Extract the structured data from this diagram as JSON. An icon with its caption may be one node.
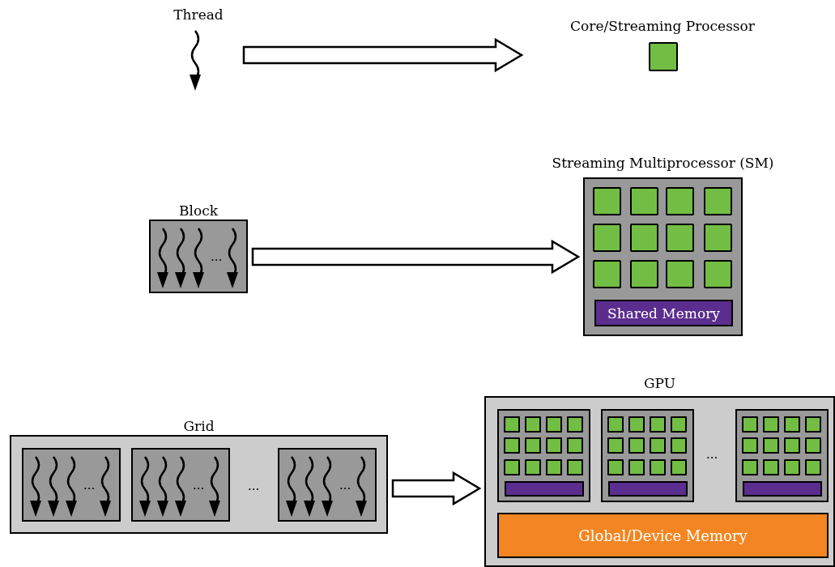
{
  "diagram": {
    "nodes": [
      {
        "text": [
          "Thread"
        ]
      },
      {
        "text": [
          "Core/Streaming Processor"
        ]
      },
      {
        "text": [
          "Block",
          "..."
        ]
      },
      {
        "text": [
          "Streaming Multiprocessor (SM)"
        ]
      },
      {
        "text": [],
        "shape": "box",
        "in": 3
      },
      {
        "text": [],
        "shape": "box",
        "in": 3
      },
      {
        "text": [],
        "shape": "box",
        "in": 3
      },
      {
        "text": [],
        "shape": "box",
        "in": 3
      },
      {
        "text": [],
        "shape": "box",
        "in": 3
      },
      {
        "text": [],
        "shape": "box",
        "in": 3
      },
      {
        "text": [],
        "shape": "box",
        "in": 3
      },
      {
        "text": [],
        "shape": "box",
        "in": 3
      },
      {
        "text": [],
        "shape": "box",
        "in": 3
      },
      {
        "text": [],
        "shape": "box",
        "in": 3
      },
      {
        "text": [],
        "shape": "box",
        "in": 3
      },
      {
        "text": [],
        "shape": "box",
        "in": 3
      },
      {
        "text": [
          "Shared Memory"
        ],
        "in": 3
      },
      {
        "text": [
          "Grid",
          "..."
        ]
      },
      {
        "text": [
          "..."
        ],
        "in": 17
      },
      {
        "text": [
          "..."
        ],
        "in": 17
      },
      {
        "text": [
          "..."
        ],
        "in": 17
      },
      {
        "text": [
          "GPU",
          "..."
        ]
      },
      {
        "text": [],
        "shape": "box",
        "in": 21
      },
      {
        "text": [],
        "shape": "box",
        "in": 22
      },
      {
        "text": [],
        "shape": "box",
        "in": 22
      },
      {
        "text": [],
        "shape": "box",
        "in": 22
      },
      {
        "text": [],
        "shape": "box",
        "in": 22
      },
      {
        "text": [],
        "shape": "box",
        "in": 22
      },
      {
        "text": [],
        "shape": "box",
        "in": 22
      },
      {
        "text": [],
        "shape": "box",
        "in": 22
      },
      {
        "text": [],
        "shape": "box",
        "in": 22
      },
      {
        "text": [],
        "shape": "box",
        "in": 22
      },
      {
        "text": [],
        "shape": "box",
        "in": 22
      },
      {
        "text": [],
        "shape": "box",
        "in": 22
      },
      {
        "text": [],
        "shape": "box",
        "in": 22
      },
      {
        "text": [],
        "shape": "bar",
        "in": 22
      },
      {
        "text": [],
        "shape": "box",
        "in": 21
      },
      {
        "text": [],
        "shape": "box",
        "in": 36
      },
      {
        "text": [],
        "shape": "box",
        "in": 36
      },
      {
        "text": [],
        "shape": "box",
        "in": 36
      },
      {
        "text": [],
        "shape": "box",
        "in": 36
      },
      {
        "text": [],
        "shape": "box",
        "in": 36
      },
      {
        "text": [],
        "shape": "box",
        "in": 36
      },
      {
        "text": [],
        "shape": "box",
        "in": 36
      },
      {
        "text": [],
        "shape": "box",
        "in": 36
      },
      {
        "text": [],
        "shape": "box",
        "in": 36
      },
      {
        "text": [],
        "shape": "box",
        "in": 36
      },
      {
        "text": [],
        "shape": "box",
        "in": 36
      },
      {
        "text": [],
        "shape": "box",
        "in": 36
      },
      {
        "text": [],
        "shape": "bar",
        "in": 36
      },
      {
        "text": [],
        "shape": "box",
        "in": 21
      },
      {
        "text": [],
        "shape": "box",
        "in": 50
      },
      {
        "text": [],
        "shape": "box",
        "in": 50
      },
      {
        "text": [],
        "shape": "box",
        "in": 50
      },
      {
        "text": [],
        "shape": "box",
        "in": 50
      },
      {
        "text": [],
        "shape": "box",
        "in": 50
      },
      {
        "text": [],
        "shape": "box",
        "in": 50
      },
      {
        "text": [],
        "shape": "box",
        "in": 50
      },
      {
        "text": [],
        "shape": "box",
        "in": 50
      },
      {
        "text": [],
        "shape": "box",
        "in": 50
      },
      {
        "text": [],
        "shape": "box",
        "in": 50
      },
      {
        "text": [],
        "shape": "box",
        "in": 50
      },
      {
        "text": [],
        "shape": "box",
        "in": 50
      },
      {
        "text": [],
        "shape": "bar",
        "in": 50
      },
      {
        "text": [
          "Global/Device Memory"
        ],
        "in": 21
      }
    ],
    "edges": [
      {
        "from": 0,
        "to": 1,
        "arrow": "to"
      },
      {
        "from": 2,
        "to": 3,
        "arrow": "to"
      },
      {
        "from": 17,
        "to": 21,
        "arrow": "to"
      }
    ]
  }
}
